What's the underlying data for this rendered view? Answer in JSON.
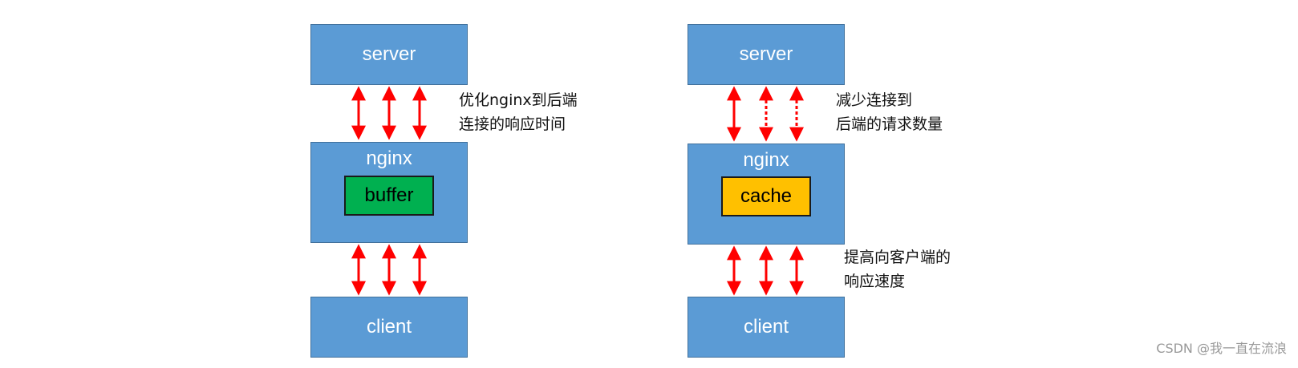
{
  "left": {
    "server_label": "server",
    "nginx_label": "nginx",
    "inner_label": "buffer",
    "client_label": "client",
    "upper_note": [
      "优化nginx到后端",
      "连接的响应时间"
    ]
  },
  "right": {
    "server_label": "server",
    "nginx_label": "nginx",
    "inner_label": "cache",
    "client_label": "client",
    "upper_note": [
      "减少连接到",
      "后端的请求数量"
    ],
    "lower_note": [
      "提高向客户端的",
      "响应速度"
    ]
  },
  "watermark": "CSDN @我一直在流浪",
  "colors": {
    "box_fill": "#5b9bd5",
    "buffer_fill": "#00b050",
    "cache_fill": "#ffc000",
    "arrow": "#ff0000"
  }
}
